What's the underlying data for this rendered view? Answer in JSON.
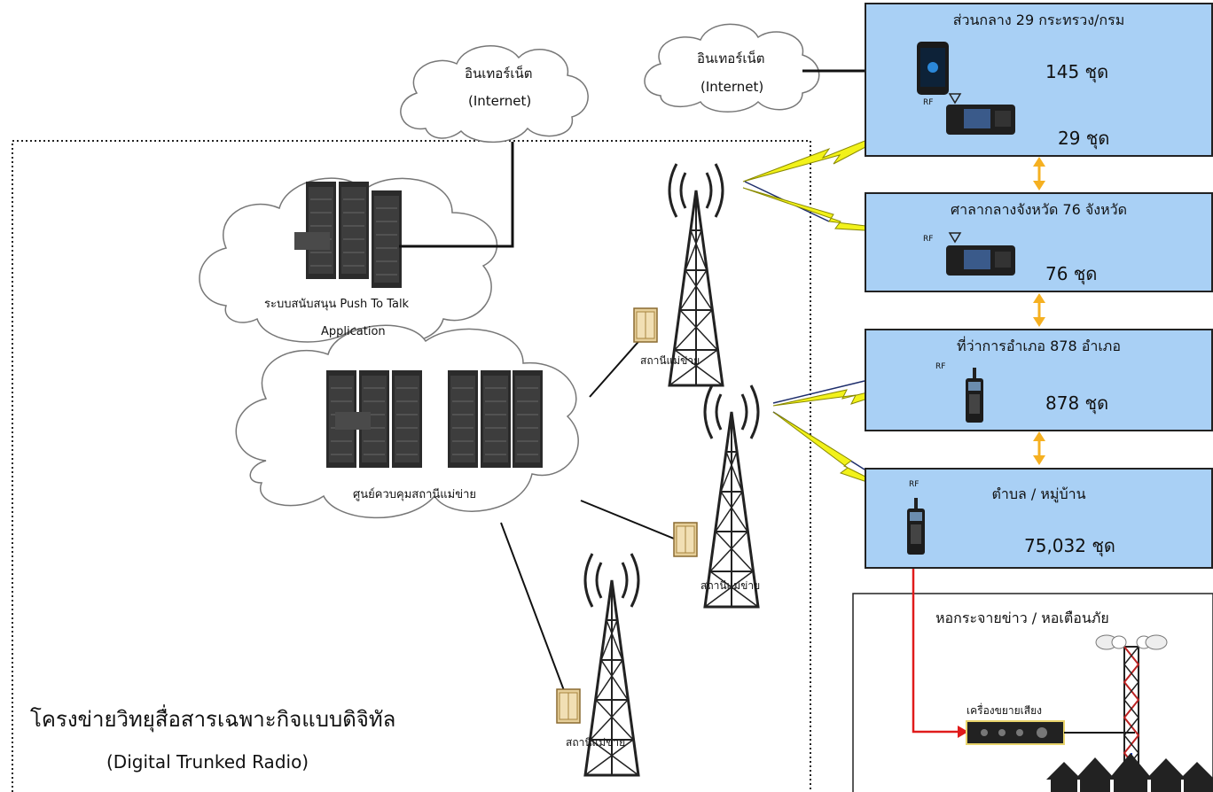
{
  "clouds": {
    "internet_left": {
      "th": "อินเทอร์เน็ต",
      "en": "(Internet)"
    },
    "internet_right": {
      "th": "อินเทอร์เน็ต",
      "en": "(Internet)"
    },
    "ptt_label_1": "ระบบสนับสนุน Push To Talk",
    "ptt_label_2": "Application",
    "control_center": "ศูนย์ควบคุมสถานีแม่ข่าย"
  },
  "stations": {
    "s1": "สถานีแม่ข่าย",
    "s2": "สถานีแม่ข่าย",
    "s3": "สถานีแม่ข่าย"
  },
  "network_title": {
    "th": "โครงข่ายวิทยุสื่อสารเฉพาะกิจแบบดิจิทัล",
    "en": "(Digital Trunked Radio)"
  },
  "boxes": {
    "central": {
      "title": "ส่วนกลาง 29 กระทรวง/กรม",
      "qty_phone": "145 ชุด",
      "qty_radio": "29 ชุด",
      "rf": "RF"
    },
    "province": {
      "title": "ศาลากลางจังหวัด 76 จังหวัด",
      "qty": "76 ชุด",
      "rf": "RF"
    },
    "district": {
      "title": "ที่ว่าการอำเภอ 878 อำเภอ",
      "qty": "878 ชุด",
      "rf": "RF"
    },
    "village": {
      "title": "ตำบล / หมู่บ้าน",
      "qty": "75,032 ชุด",
      "rf": "RF"
    }
  },
  "warning": {
    "title": "หอกระจายข่าว / หอเตือนภัย",
    "amplifier": "เครื่องขยายเสียง"
  },
  "colors": {
    "box_fill": "#a9d0f5",
    "arrow": "#f5b021",
    "lightning": "#f2f21a",
    "red_line": "#e01b1b"
  }
}
